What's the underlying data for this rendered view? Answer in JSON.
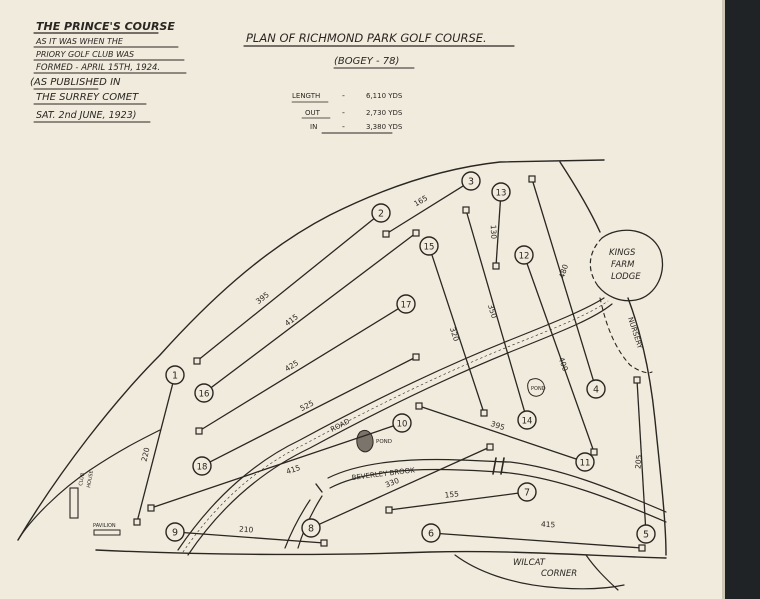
{
  "title": "PLAN OF RICHMOND PARK GOLF COURSE.",
  "bogey": "(BOGEY - 78)",
  "stats": [
    {
      "label": "LENGTH",
      "sep": "-",
      "value": "6,110 YDS"
    },
    {
      "label": "OUT",
      "sep": "-",
      "value": "2,730 YDS"
    },
    {
      "label": "IN",
      "sep": "-",
      "value": "3,380 YDS"
    }
  ],
  "note_lines": [
    "THE PRINCE'S COURSE",
    "AS IT WAS WHEN THE",
    "PRIORY GOLF CLUB WAS",
    "FORMED - APRIL 15TH, 1924.",
    "(AS PUBLISHED IN",
    "THE SURREY COMET",
    "SAT. 2nd JUNE, 1923)"
  ],
  "places": {
    "kings_farm": [
      "KINGS",
      "FARM",
      "LODGE"
    ],
    "nursery": "NURSERY",
    "wildcat": [
      "WILCAT",
      "CORNER"
    ],
    "road": "ROAD",
    "pond": "POND",
    "ponds_small": "POND",
    "beverley": "BEVERLEY BROOK",
    "club_house": [
      "CLUB",
      "HOUSE"
    ],
    "pavilion": "PAVILION"
  },
  "holes": [
    {
      "n": "1",
      "tee": [
        175,
        375
      ],
      "green": [
        137,
        522
      ],
      "dist": "220",
      "lbl": [
        148,
        455
      ],
      "rot": -77
    },
    {
      "n": "2",
      "tee": [
        381,
        213
      ],
      "green": [
        197,
        361
      ],
      "dist": "395",
      "lbl": [
        264,
        300
      ],
      "rot": -38
    },
    {
      "n": "3",
      "tee": [
        471,
        181
      ],
      "green": [
        386,
        234
      ],
      "dist": "165",
      "lbl": [
        422,
        203
      ],
      "rot": -30
    },
    {
      "n": "4",
      "tee": [
        596,
        389
      ],
      "green": [
        532,
        179
      ],
      "dist": "480",
      "lbl": [
        566,
        272
      ],
      "rot": -73
    },
    {
      "n": "5",
      "tee": [
        646,
        534
      ],
      "green": [
        637,
        380
      ],
      "dist": "205",
      "lbl": [
        641,
        462
      ],
      "rot": -85
    },
    {
      "n": "6",
      "tee": [
        431,
        533
      ],
      "green": [
        642,
        548
      ],
      "dist": "415",
      "lbl": [
        548,
        527
      ],
      "rot": 3
    },
    {
      "n": "7",
      "tee": [
        527,
        492
      ],
      "green": [
        389,
        510
      ],
      "dist": "155",
      "lbl": [
        452,
        497
      ],
      "rot": -6
    },
    {
      "n": "8",
      "tee": [
        311,
        528
      ],
      "green": [
        490,
        447
      ],
      "dist": "330",
      "lbl": [
        393,
        485
      ],
      "rot": -22
    },
    {
      "n": "9",
      "tee": [
        175,
        532
      ],
      "green": [
        324,
        543
      ],
      "dist": "210",
      "lbl": [
        246,
        532
      ],
      "rot": 4
    },
    {
      "n": "10",
      "tee": [
        402,
        423
      ],
      "green": [
        151,
        508
      ],
      "dist": "415",
      "lbl": [
        294,
        472
      ],
      "rot": -18
    },
    {
      "n": "11",
      "tee": [
        585,
        462
      ],
      "green": [
        419,
        406
      ],
      "dist": "395",
      "lbl": [
        497,
        428
      ],
      "rot": 18
    },
    {
      "n": "12",
      "tee": [
        524,
        255
      ],
      "green": [
        594,
        452
      ],
      "dist": "400",
      "lbl": [
        561,
        365
      ],
      "rot": 70
    },
    {
      "n": "13",
      "tee": [
        501,
        192
      ],
      "green": [
        496,
        266
      ],
      "dist": "130",
      "lbl": [
        491,
        232
      ],
      "rot": 88
    },
    {
      "n": "14",
      "tee": [
        527,
        420
      ],
      "green": [
        466,
        210
      ],
      "dist": "350",
      "lbl": [
        490,
        312
      ],
      "rot": 73
    },
    {
      "n": "15",
      "tee": [
        429,
        246
      ],
      "green": [
        484,
        413
      ],
      "dist": "320",
      "lbl": [
        452,
        335
      ],
      "rot": 72
    },
    {
      "n": "16",
      "tee": [
        204,
        393
      ],
      "green": [
        416,
        233
      ],
      "dist": "415",
      "lbl": [
        293,
        322
      ],
      "rot": -37
    },
    {
      "n": "17",
      "tee": [
        406,
        304
      ],
      "green": [
        199,
        431
      ],
      "dist": "425",
      "lbl": [
        293,
        368
      ],
      "rot": -32
    },
    {
      "n": "18",
      "tee": [
        202,
        466
      ],
      "green": [
        416,
        357
      ],
      "dist": "525",
      "lbl": [
        308,
        408
      ],
      "rot": -27
    }
  ]
}
